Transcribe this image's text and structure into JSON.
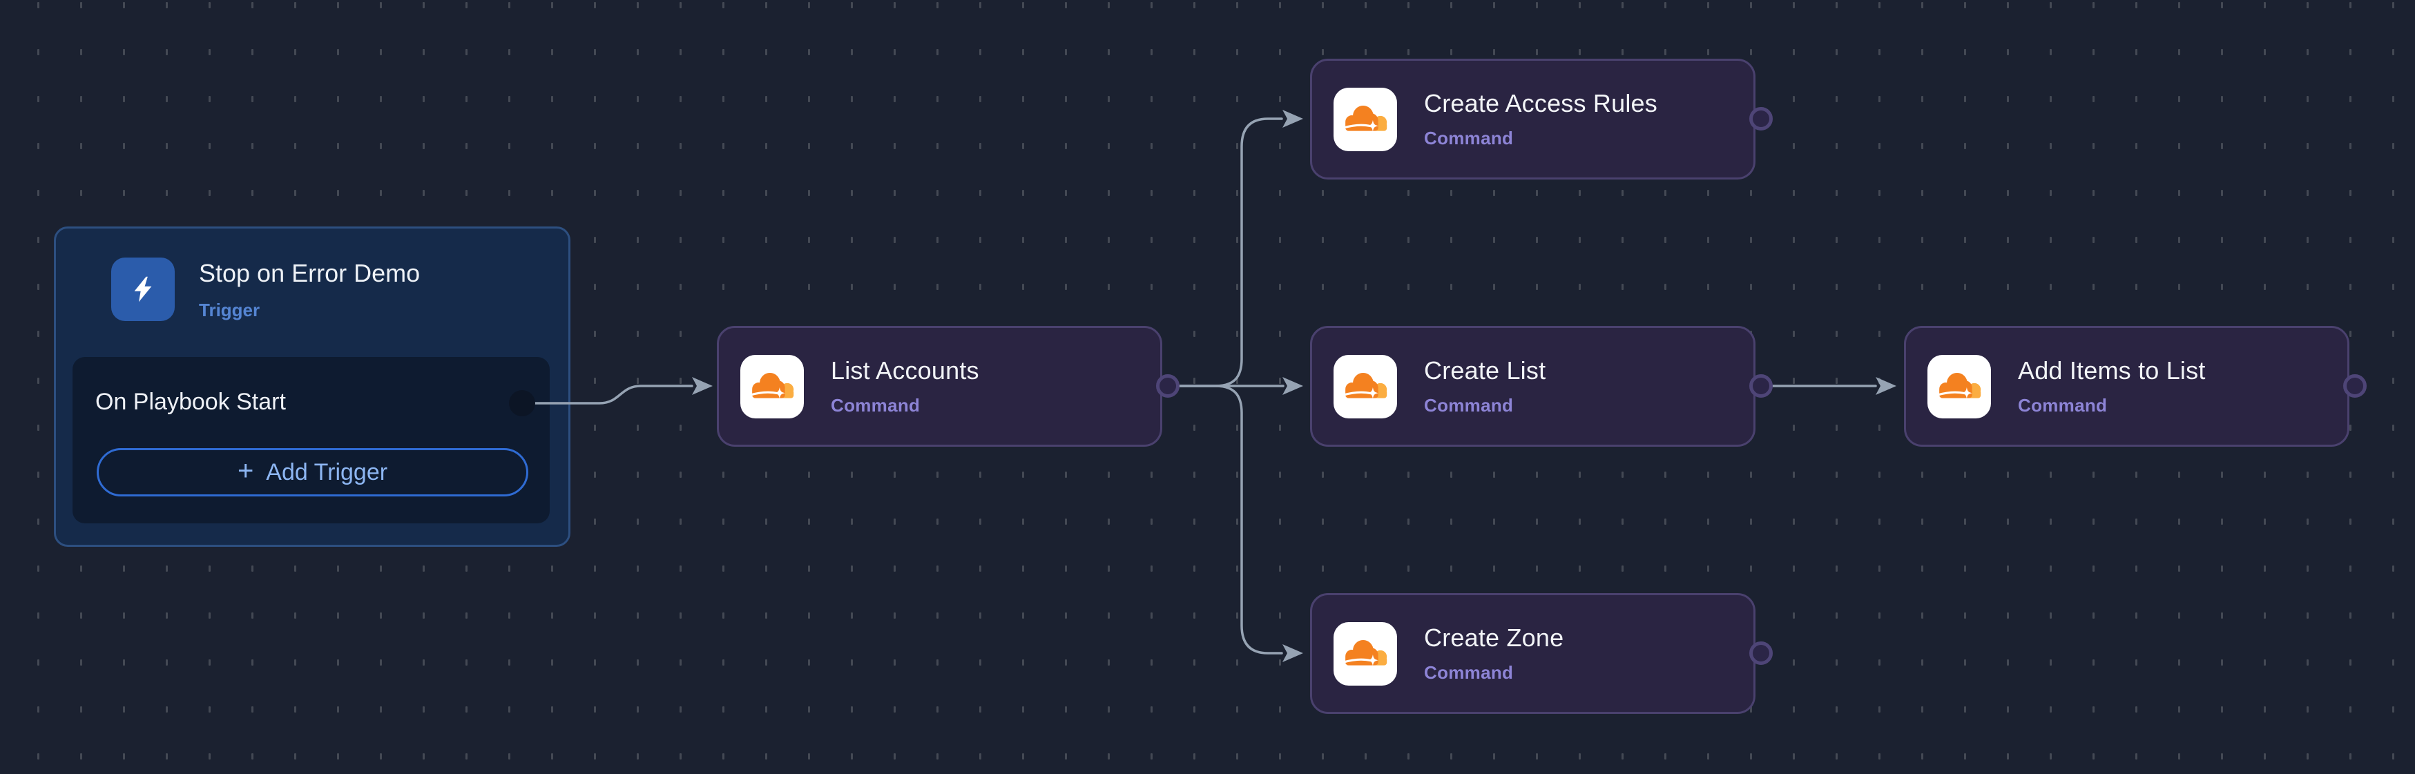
{
  "app": {
    "view": "playbook-workflow-canvas"
  },
  "colors": {
    "page_bg": "#1b2130",
    "grid_dash": "#4b505a",
    "edge": "#96a3b3",
    "command_node_bg": "#2a2442",
    "command_node_border": "#4a416e",
    "command_port_ring": "#4e4577",
    "command_type_text": "#8d84d6",
    "node_title_text": "#f2f4f7",
    "trigger_card_bg": "#152a4a",
    "trigger_card_border": "#2d4f80",
    "trigger_panel_bg": "#0e1b30",
    "trigger_type_text": "#5585d3",
    "trigger_icon_bg": "#2b5cab",
    "add_trigger_border": "#2f6bd3",
    "add_trigger_text": "#8db6f2",
    "cloudflare_orange": "#f48120",
    "cloudflare_light_orange": "#fbad41"
  },
  "trigger_node": {
    "title": "Stop on Error Demo",
    "type_label": "Trigger",
    "icon": "lightning-bolt-icon",
    "row_label": "On Playbook Start",
    "add_trigger_plus": "+",
    "add_trigger_label": "Add Trigger"
  },
  "command_nodes": [
    {
      "id": "list-accounts",
      "title": "List Accounts",
      "type_label": "Command",
      "icon": "cloudflare-icon"
    },
    {
      "id": "create-access-rules",
      "title": "Create Access Rules",
      "type_label": "Command",
      "icon": "cloudflare-icon"
    },
    {
      "id": "create-list",
      "title": "Create List",
      "type_label": "Command",
      "icon": "cloudflare-icon"
    },
    {
      "id": "create-zone",
      "title": "Create Zone",
      "type_label": "Command",
      "icon": "cloudflare-icon"
    },
    {
      "id": "add-items-to-list",
      "title": "Add Items to List",
      "type_label": "Command",
      "icon": "cloudflare-icon"
    }
  ],
  "edges": [
    {
      "from": "trigger:on-playbook-start",
      "to": "list-accounts"
    },
    {
      "from": "list-accounts",
      "to": "create-access-rules"
    },
    {
      "from": "list-accounts",
      "to": "create-list"
    },
    {
      "from": "list-accounts",
      "to": "create-zone"
    },
    {
      "from": "create-list",
      "to": "add-items-to-list"
    }
  ]
}
